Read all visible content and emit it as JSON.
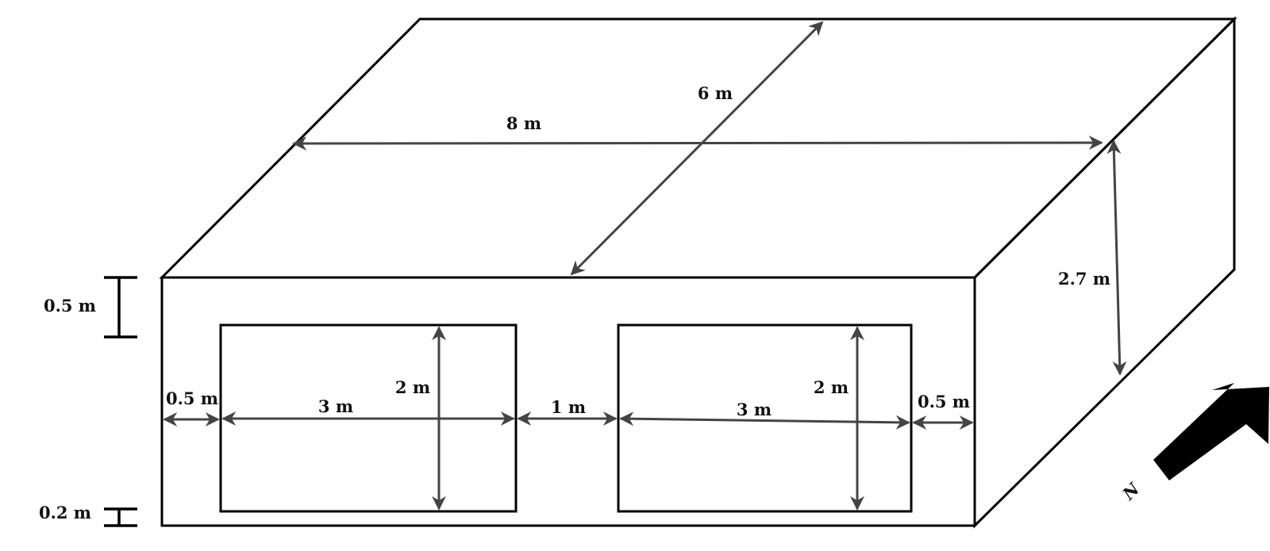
{
  "labels": {
    "length": "8 m",
    "depth": "6 m",
    "height": "2.7 m",
    "sill_top": "0.5 m",
    "sill_bottom": "0.2 m",
    "left_margin": "0.5 m",
    "right_margin": "0.5 m",
    "window1_width": "3 m",
    "window1_height": "2 m",
    "window_gap": "1 m",
    "window2_width": "3 m",
    "window2_height": "2 m",
    "north": "N"
  },
  "colors": {
    "edge": "#000000",
    "dimension": "#444444"
  }
}
